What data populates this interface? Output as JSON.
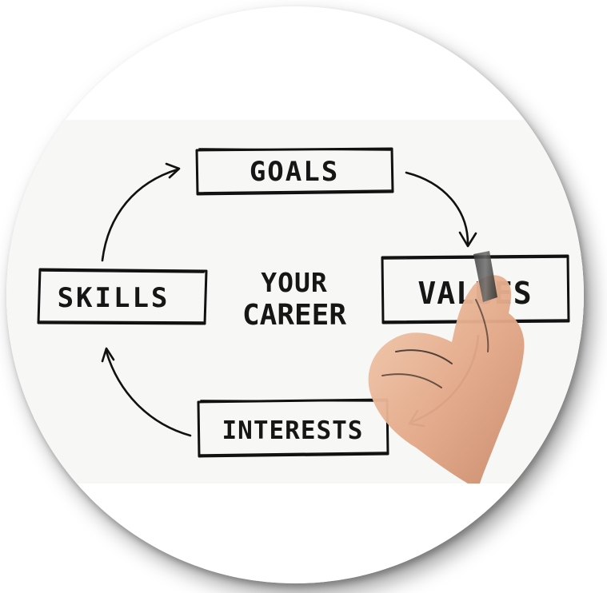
{
  "diagram": {
    "center": {
      "line1": "YOUR",
      "line2": "CAREER"
    },
    "nodes": {
      "goals": "GOALS",
      "values": "VALUES",
      "interests": "INTERESTS",
      "skills": "SKILLS"
    },
    "colors": {
      "ink": "#111111",
      "background": "#ffffff",
      "photo_band": "#f7f7f6",
      "skin": "#e8b89a"
    }
  }
}
